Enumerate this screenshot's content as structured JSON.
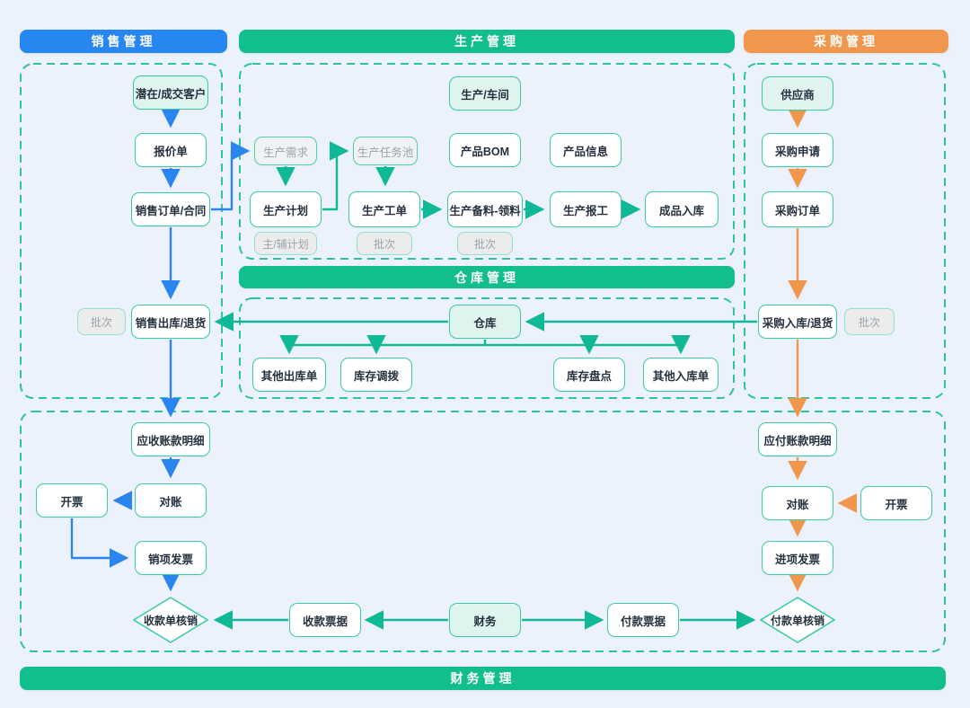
{
  "headers": {
    "sales": "销售管理",
    "production": "生产管理",
    "purchase": "采购管理",
    "warehouse": "仓库管理",
    "finance": "财务管理"
  },
  "nodes": {
    "customer": "潜在/成交客户",
    "quotation": "报价单",
    "sales_order": "销售订单/合同",
    "sales_outbound": "销售出库/退货",
    "batch_sales": "批次",
    "receivable": "应收账款明细",
    "reconcile_ar": "对账",
    "invoice_ar": "开票",
    "sales_invoice": "销项发票",
    "receipt_writeoff": "收款单核销",
    "workshop": "生产/车间",
    "demand": "生产需求",
    "task_pool": "生产任务池",
    "bom": "产品BOM",
    "product_info": "产品信息",
    "plan": "生产计划",
    "plan_badge": "主/辅计划",
    "work_order": "生产工单",
    "batch_wo": "批次",
    "material": "生产备料-领料",
    "batch_mat": "批次",
    "report": "生产报工",
    "finished_in": "成品入库",
    "warehouse": "仓库",
    "other_out": "其他出库单",
    "transfer": "库存调拨",
    "stocktake": "库存盘点",
    "other_in": "其他入库单",
    "supplier": "供应商",
    "pr": "采购申请",
    "po": "采购订单",
    "purchase_in": "采购入库/退货",
    "batch_purchase": "批次",
    "payable": "应付账款明细",
    "reconcile_ap": "对账",
    "invoice_ap": "开票",
    "input_invoice": "进项发票",
    "payment_writeoff": "付款单核销",
    "receipt_bill": "收款票据",
    "finance": "财务",
    "payment_bill": "付款票据"
  },
  "colors": {
    "background": "#ecf2fb",
    "sales_accent": "#2787f0",
    "production_accent": "#12bd8e",
    "purchase_accent": "#f0974d",
    "node_border": "#3ec9a7",
    "entity_fill": "#dff4ee",
    "badge_fill": "#ececec",
    "badge_text": "#9aa3ab",
    "node_text": "#25313f"
  }
}
